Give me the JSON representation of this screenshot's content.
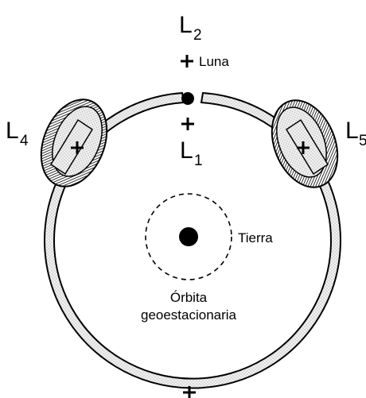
{
  "points": {
    "l2": {
      "letter": "L",
      "sub": "2"
    },
    "l1": {
      "letter": "L",
      "sub": "1"
    },
    "l4": {
      "letter": "L",
      "sub": "4"
    },
    "l5": {
      "letter": "L",
      "sub": "5"
    }
  },
  "labels": {
    "moon": "Luna",
    "earth": "Tierra",
    "geo_orbit_line1": "Órbita",
    "geo_orbit_line2": "geoestacionaria"
  },
  "colors": {
    "ink": "#000000",
    "band_fill": "#f2f2f2",
    "band_dots": "#b5b5b5",
    "background": "#ffffff"
  }
}
